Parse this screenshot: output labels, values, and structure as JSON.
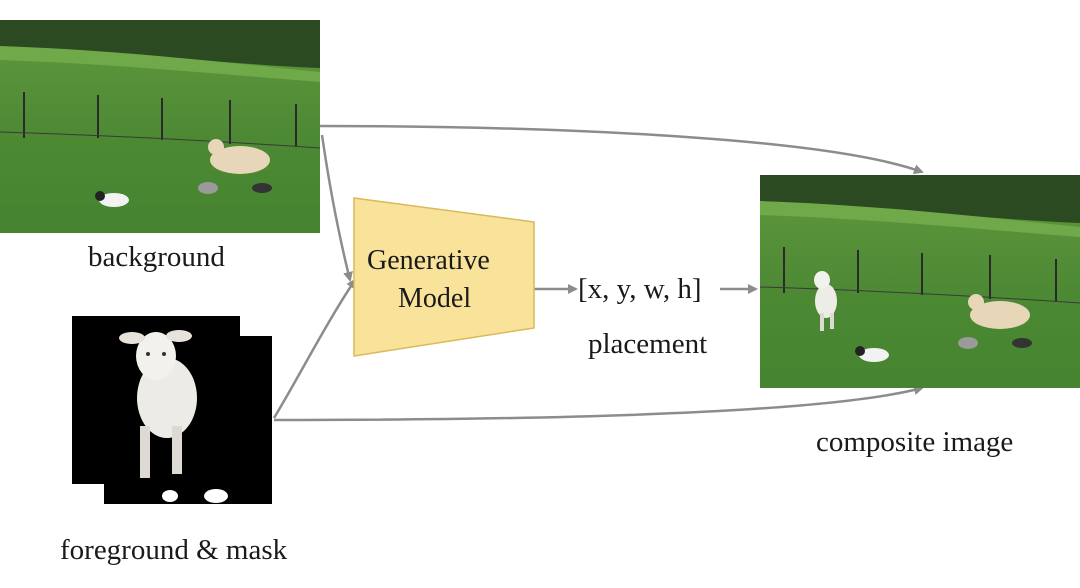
{
  "labels": {
    "background": "background",
    "foreground": "foreground & mask",
    "model_line1": "Generative",
    "model_line2": "Model",
    "bbox": "[x, y, w, h]",
    "placement": "placement",
    "composite": "composite image"
  },
  "colors": {
    "arrow": "#8c8c8c",
    "model_fill": "#f9e29a",
    "model_stroke": "#d9b95a",
    "grass_dark": "#3f7a2c",
    "grass_light": "#6fa94a",
    "trees": "#2b4a22",
    "mask_bg": "#000000"
  },
  "images": {
    "background": "field-with-sheep-photo",
    "foreground": "lamb-cutout",
    "mask": "binary-mask",
    "composite": "composited-field-photo"
  }
}
